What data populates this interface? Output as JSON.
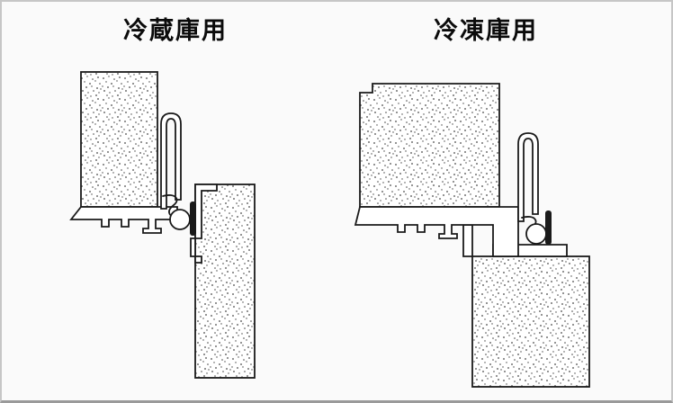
{
  "page": {
    "background": "#fafafa",
    "border_color": "#c6c6c6",
    "line_color": "#1a1a1a",
    "magnet_color": "#1a1a1a"
  },
  "figures": [
    {
      "id": "refrigerator",
      "label": "冷蔵庫用"
    },
    {
      "id": "freezer",
      "label": "冷凍庫用"
    }
  ]
}
